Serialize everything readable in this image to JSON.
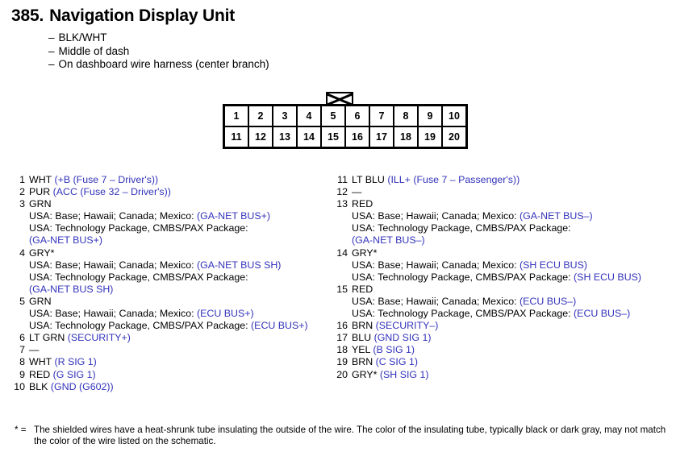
{
  "header": {
    "number": "385.",
    "title": "Navigation Display Unit",
    "notes": [
      "BLK/WHT",
      "Middle of dash",
      "On dashboard wire harness (center branch)"
    ],
    "dash": "–"
  },
  "connector": {
    "latch_icon": "x-latch-tab",
    "row_top": [
      "1",
      "2",
      "3",
      "4",
      "5",
      "6",
      "7",
      "8",
      "9",
      "10"
    ],
    "row_bottom": [
      "11",
      "12",
      "13",
      "14",
      "15",
      "16",
      "17",
      "18",
      "19",
      "20"
    ]
  },
  "colors": {
    "circuit_blue": "#3333bb",
    "text_black": "#000000"
  },
  "pins_left": [
    {
      "num": "1",
      "wire": "WHT",
      "circuit": "(+B (Fuse 7 – Driver's))",
      "variants": []
    },
    {
      "num": "2",
      "wire": "PUR",
      "circuit": "(ACC (Fuse 32 – Driver's))",
      "variants": []
    },
    {
      "num": "3",
      "wire": "GRN",
      "circuit": "",
      "variants": [
        {
          "label": "USA: Base; Hawaii; Canada; Mexico:",
          "value": "(GA-NET BUS+)",
          "wrap": false
        },
        {
          "label": "USA: Technology Package, CMBS/PAX Package:",
          "value": "(GA-NET BUS+)",
          "wrap": true
        }
      ]
    },
    {
      "num": "4",
      "wire": "GRY*",
      "circuit": "",
      "variants": [
        {
          "label": "USA: Base; Hawaii; Canada; Mexico:",
          "value": "(GA-NET BUS SH)",
          "wrap": false
        },
        {
          "label": "USA: Technology Package, CMBS/PAX Package:",
          "value": "(GA-NET BUS SH)",
          "wrap": true
        }
      ]
    },
    {
      "num": "5",
      "wire": "GRN",
      "circuit": "",
      "variants": [
        {
          "label": "USA: Base; Hawaii; Canada; Mexico:",
          "value": "(ECU BUS+)",
          "wrap": false
        },
        {
          "label": "USA: Technology Package, CMBS/PAX Package:",
          "value": "(ECU BUS+)",
          "wrap": false
        }
      ]
    },
    {
      "num": "6",
      "wire": "LT GRN",
      "circuit": "(SECURITY+)",
      "variants": []
    },
    {
      "num": "7",
      "wire": "—",
      "circuit": "",
      "variants": []
    },
    {
      "num": "8",
      "wire": "WHT",
      "circuit": "(R SIG 1)",
      "variants": []
    },
    {
      "num": "9",
      "wire": "RED",
      "circuit": "(G SIG 1)",
      "variants": []
    },
    {
      "num": "10",
      "wire": "BLK",
      "circuit": "(GND (G602))",
      "variants": []
    }
  ],
  "pins_right": [
    {
      "num": "11",
      "wire": "LT BLU",
      "circuit": "(ILL+ (Fuse 7 – Passenger's))",
      "variants": []
    },
    {
      "num": "12",
      "wire": "—",
      "circuit": "",
      "variants": []
    },
    {
      "num": "13",
      "wire": "RED",
      "circuit": "",
      "variants": [
        {
          "label": "USA: Base; Hawaii; Canada; Mexico:",
          "value": "(GA-NET BUS–)",
          "wrap": false
        },
        {
          "label": "USA: Technology Package, CMBS/PAX Package:",
          "value": "(GA-NET BUS–)",
          "wrap": true
        }
      ]
    },
    {
      "num": "14",
      "wire": "GRY*",
      "circuit": "",
      "variants": [
        {
          "label": "USA: Base; Hawaii; Canada; Mexico:",
          "value": "(SH ECU BUS)",
          "wrap": false
        },
        {
          "label": "USA: Technology Package, CMBS/PAX Package:",
          "value": "(SH ECU BUS)",
          "wrap": false
        }
      ]
    },
    {
      "num": "15",
      "wire": "RED",
      "circuit": "",
      "variants": [
        {
          "label": "USA: Base; Hawaii; Canada; Mexico:",
          "value": "(ECU BUS–)",
          "wrap": false
        },
        {
          "label": "USA: Technology Package, CMBS/PAX Package:",
          "value": "(ECU BUS–)",
          "wrap": false
        }
      ]
    },
    {
      "num": "16",
      "wire": "BRN",
      "circuit": "(SECURITY–)",
      "variants": []
    },
    {
      "num": "17",
      "wire": "BLU",
      "circuit": "(GND SIG 1)",
      "variants": []
    },
    {
      "num": "18",
      "wire": "YEL",
      "circuit": "(B SIG 1)",
      "variants": []
    },
    {
      "num": "19",
      "wire": "BRN",
      "circuit": "(C SIG 1)",
      "variants": []
    },
    {
      "num": "20",
      "wire": "GRY*",
      "circuit": "(SH SIG 1)",
      "variants": []
    }
  ],
  "footnote": {
    "mark": "* =",
    "text": "The shielded wires have a heat-shrunk tube insulating the outside of the wire. The color of the insulating tube, typically black or dark gray, may not match the color of the wire listed on the schematic."
  }
}
